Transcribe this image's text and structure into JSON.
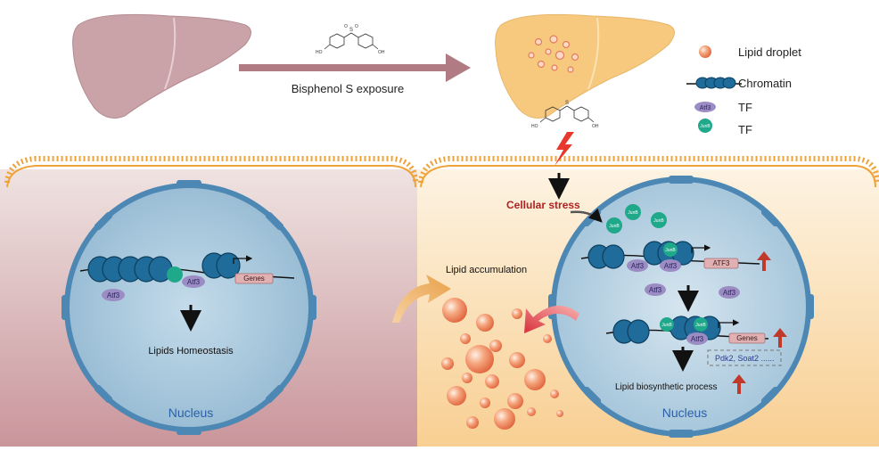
{
  "top": {
    "exposure_label": "Bisphenol S exposure"
  },
  "legend": {
    "lipid_droplet": "Lipid droplet",
    "chromatin": "Chromatin",
    "tf_atf3": "TF",
    "tf_junb": "TF",
    "atf3_tag": "Atf3",
    "junb_tag": "JunB"
  },
  "left_cell": {
    "atf3_bound": "Atf3",
    "atf3_free": "Atf3",
    "genes": "Genes",
    "outcome": "Lipids Homeostasis",
    "nucleus": "Nucleus"
  },
  "right_cell": {
    "stress": "Cellular stress",
    "accumulation": "Lipid accumulation",
    "junb_free": [
      "JunB",
      "JunB",
      "JunB"
    ],
    "atf3_row1": [
      "Atf3",
      "Atf3"
    ],
    "junb_row1": "JunB",
    "atf3_target": "ATF3",
    "atf3_mid": [
      "Atf3",
      "Atf3"
    ],
    "junb_row2": [
      "JunB",
      "JunB"
    ],
    "atf3_row2": "Atf3",
    "genes": "Genes",
    "gene_list": "Pdk2, Soat2 ......",
    "outcome": "Lipid biosynthetic process",
    "nucleus": "Nucleus"
  },
  "colors": {
    "liver_normal": "#c9a3a8",
    "liver_fatty": "#f7c97f",
    "arrow": "#b07b82",
    "membrane": "#f0a23a",
    "nucleus_fill": "#a8c8dc",
    "nucleus_rim": "#4d87b4",
    "chromatin": "#1f6b9a",
    "junb": "#1fa88a",
    "atf3": "#9b8cc4",
    "lipid": "#f08a5d",
    "up_arrow": "#c0392b",
    "stress_text": "#b22222"
  },
  "icons": [
    "bisphenol-s-molecule-icon",
    "lightning-icon",
    "up-arrow-icon"
  ]
}
